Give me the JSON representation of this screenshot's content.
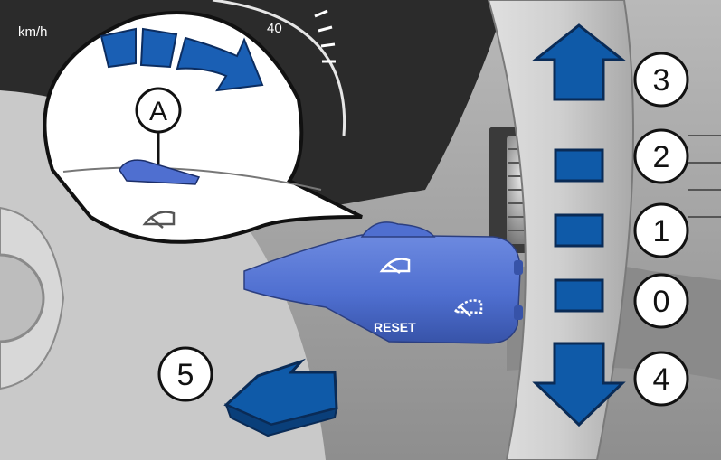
{
  "gauge": {
    "unit": "km/h",
    "partial_reading": "40"
  },
  "stalk": {
    "reset_label": "RESET"
  },
  "callouts": {
    "A": "A",
    "n0": "0",
    "n1": "1",
    "n2": "2",
    "n3": "3",
    "n4": "4",
    "n5": "5"
  },
  "colors": {
    "stalk_blue": "#4f6fd0",
    "arrow_blue": "#0f5aa8",
    "circle_fill": "#ffffff",
    "stroke": "#111111"
  },
  "icons": [
    "wiper-front-icon",
    "wiper-rear-icon",
    "wiper-lever-icon"
  ]
}
